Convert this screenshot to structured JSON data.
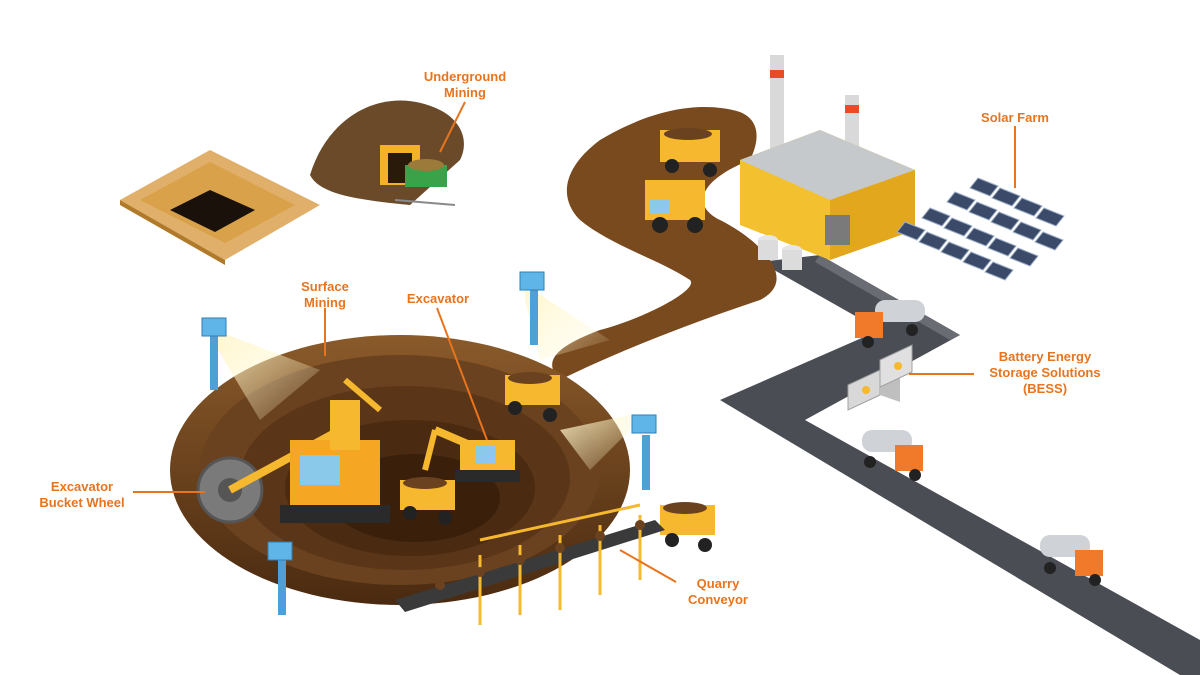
{
  "labels": {
    "underground_mining": [
      "Underground",
      "Mining"
    ],
    "surface_mining": [
      "Surface",
      "Mining"
    ],
    "excavator": [
      "Excavator"
    ],
    "excavator_bucket_wheel": [
      "Excavator",
      "Bucket Wheel"
    ],
    "quarry_conveyor": [
      "Quarry",
      "Conveyor"
    ],
    "solar_farm": [
      "Solar Farm"
    ],
    "bess": [
      "Battery Energy",
      "Storage Solutions",
      "(BESS)"
    ]
  },
  "colors": {
    "callout": "#e8741e",
    "ground": "#7a4a1f",
    "road": "#4b4d55",
    "machine_yellow": "#f5b82e",
    "building_yellow": "#f3c02f"
  }
}
